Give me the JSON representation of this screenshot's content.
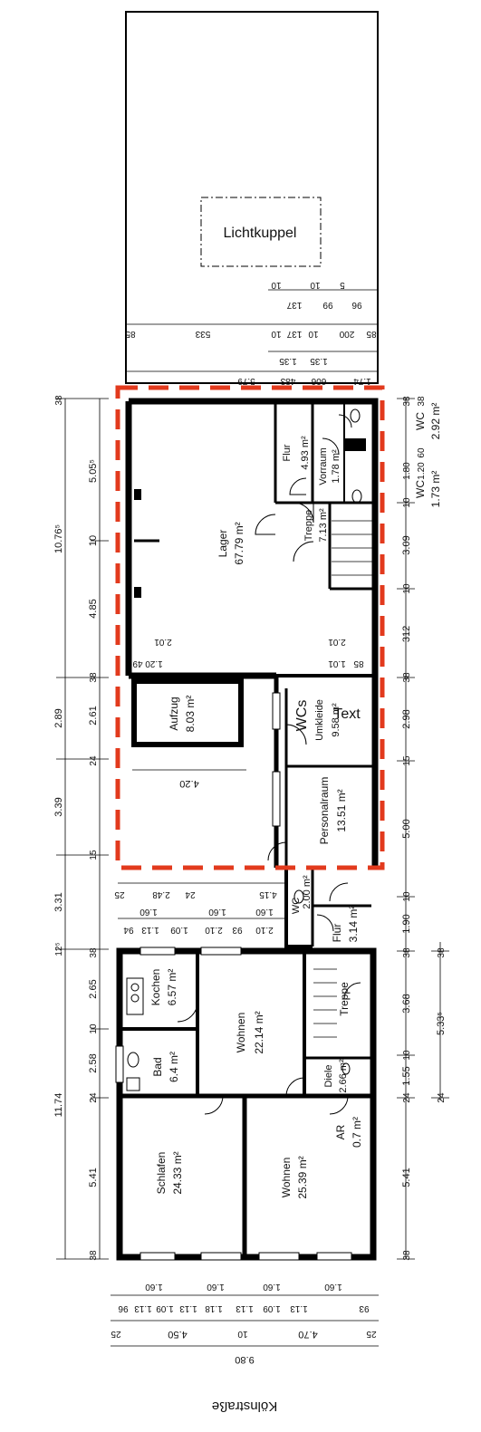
{
  "rooms": {
    "lichtkuppel": "Lichtkuppel",
    "lager": {
      "name": "Lager",
      "area": "67.79 m²"
    },
    "flur_top": {
      "name": "Flur",
      "area": "4.93 m²"
    },
    "vorraum": {
      "name": "Vorraum",
      "area": "1.78 m²"
    },
    "treppe_top": {
      "name": "Treppe",
      "area": "7.13 m²"
    },
    "wc_a": {
      "name": "WC",
      "area": "1.73 m²"
    },
    "wc_b": {
      "name": "WC",
      "area": "2.92 m²"
    },
    "aufzug": {
      "name": "Aufzug",
      "area": "8.03 m²"
    },
    "wcs": "WCs",
    "umkleide": {
      "name": "Umkleide",
      "area": "9.58 m²"
    },
    "text_tag": "Text",
    "personalraum": {
      "name": "Personalraum",
      "area": "13.51 m²"
    },
    "wc_mid": {
      "name": "WC",
      "area": "2.00 m²"
    },
    "flur_mid": {
      "name": "Flur",
      "area": "3.14 m²"
    },
    "kochen": {
      "name": "Kochen",
      "area": "6.57 m²"
    },
    "bad": {
      "name": "Bad",
      "area": "6.4 m²"
    },
    "wohnen_mid": {
      "name": "Wohnen",
      "area": "22.14 m²"
    },
    "treppe_low": "Treppe",
    "diele": {
      "name": "Diele",
      "area": "2.66 m²"
    },
    "ar": {
      "name": "AR",
      "area": "0.7 m²"
    },
    "schlafen": {
      "name": "Schlafen",
      "area": "24.33 m²"
    },
    "wohnen_low": {
      "name": "Wohnen",
      "area": "25.39 m²"
    }
  },
  "street": "Kölnstraße",
  "dims_top": {
    "row1": [
      "10",
      "10",
      "5",
      "137",
      "99",
      "96"
    ],
    "row2": [
      "85",
      "533",
      "10",
      "137",
      "10",
      "200",
      "85"
    ],
    "row3": [
      "1.35",
      "1.35"
    ],
    "row4": [
      "5.79",
      "1.74",
      "606",
      "483"
    ]
  },
  "dims_left": {
    "outer": [
      "10.76⁵",
      "2.89",
      "3.39",
      "3.31",
      "11.74"
    ],
    "inner": [
      "5.05⁵",
      "10",
      "4.85",
      "38",
      "2.61",
      "24",
      "15",
      "12⁵",
      "38",
      "2.65",
      "10",
      "2.58",
      "24",
      "5.41",
      "38",
      "38"
    ]
  },
  "dims_right": {
    "inner": [
      "38",
      "1.80",
      "10",
      "3.09",
      "10",
      "312",
      "38",
      "2.98",
      "15",
      "5.00",
      "10",
      "1.90",
      "38",
      "3.68",
      "10",
      "1.55",
      "24",
      "5.41",
      "38"
    ],
    "outer": [
      "60",
      "1.20",
      "38",
      "38",
      "5.33⁵",
      "24"
    ]
  },
  "dims_inner": {
    "lager_left": [
      "2.01",
      "1.20",
      "49"
    ],
    "lager_right": [
      "2.01",
      "1.01",
      "85"
    ],
    "aufzug_width": "4.20",
    "mid_row1": [
      "25",
      "2.48",
      "24",
      "4.15"
    ],
    "mid_row2": [
      "1.60",
      "1.60",
      "1.60"
    ],
    "mid_row3": [
      "94",
      "1.13",
      "1.09",
      "2.10",
      "93",
      "2.10"
    ]
  },
  "dims_bottom": {
    "row1": [
      "1.60",
      "1.60",
      "1.60",
      "1.60"
    ],
    "row2": [
      "96",
      "1.13",
      "1.09",
      "1.13",
      "1.18",
      "1.13",
      "1.09",
      "1.13",
      "93"
    ],
    "row3": [
      "25",
      "4.50",
      "10",
      "4.70",
      "25"
    ],
    "row4": [
      "9.80"
    ]
  }
}
